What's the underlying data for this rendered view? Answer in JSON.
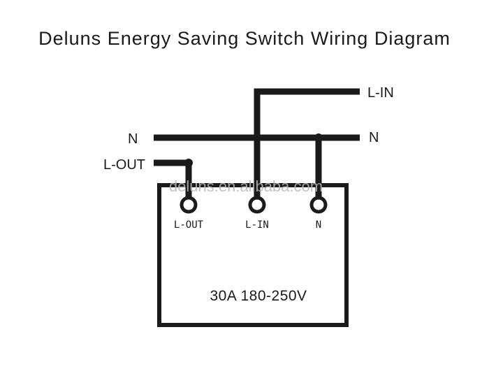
{
  "title": "Deluns Energy Saving Switch Wiring Diagram",
  "colors": {
    "wire": "#1a1a1a",
    "background": "#ffffff",
    "watermark": "#b8b8b8"
  },
  "external_labels": {
    "l_in": "L-IN",
    "n_left": "N",
    "n_right": "N",
    "l_out": "L-OUT"
  },
  "device": {
    "terminals": [
      {
        "id": "l-out",
        "label": "L-OUT"
      },
      {
        "id": "l-in",
        "label": "L-IN"
      },
      {
        "id": "n",
        "label": "N"
      }
    ],
    "rating": "30A 180-250V"
  },
  "watermark": "deluns.en.alibaba.com"
}
